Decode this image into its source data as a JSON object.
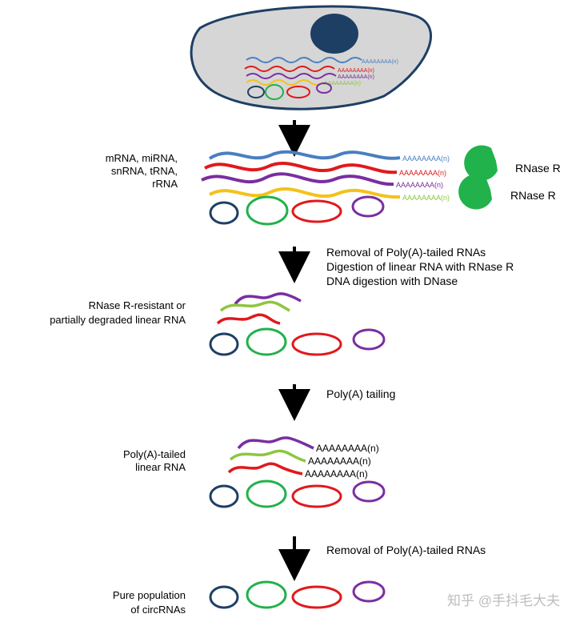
{
  "colors": {
    "blue": "#4a7fbf",
    "red": "#e0191c",
    "purple": "#7a2ea0",
    "yellow": "#f3c21b",
    "green": "#22b14c",
    "lightgreen": "#8dc63f",
    "navy": "#1e3f64",
    "cell_fill": "#d6d6d6",
    "pacman": "#21b24b"
  },
  "labels": {
    "rna_types": [
      "mRNA, miRNA,",
      "snRNA, tRNA,",
      "rRNA"
    ],
    "rnase_r_1": "RNase R",
    "rnase_r_2": "RNase R",
    "resistant": [
      "RNase R-resistant or",
      "partially degraded linear RNA"
    ],
    "polya_tailed": [
      "Poly(A)-tailed",
      "linear RNA"
    ],
    "pure": [
      "Pure population",
      "of circRNAs"
    ]
  },
  "steps": {
    "step1": [
      "Removal of Poly(A)-tailed RNAs",
      "Digestion of linear RNA with RNase R",
      "DNA digestion with DNase"
    ],
    "step2": "Poly(A) tailing",
    "step3": "Removal of Poly(A)-tailed RNAs"
  },
  "tails": {
    "cell_tail": "AAAAAAAA(n)",
    "stage1_tail": "AAAAAAAA(n)",
    "stage3_tail": "AAAAAAAA(n)"
  },
  "watermark": "知乎 @手抖毛大夫"
}
